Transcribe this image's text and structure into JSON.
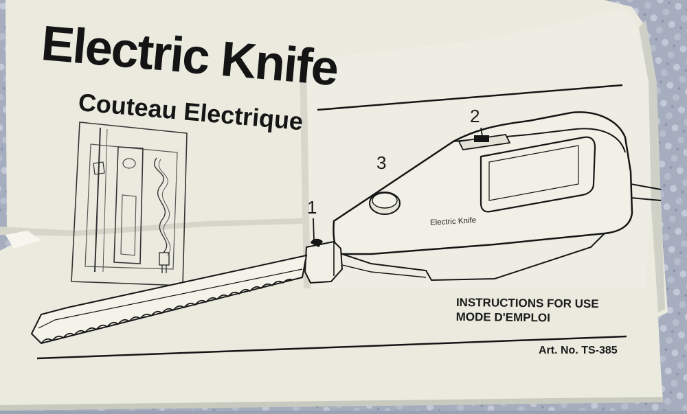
{
  "document": {
    "title": "Electric Knife",
    "subtitle": "Couteau Electrique",
    "instructions_line1": "INSTRUCTIONS FOR USE",
    "instructions_line2": "MODE D'EMPLOI",
    "article_number": "Art. No. TS-385"
  },
  "illustration": {
    "callouts": [
      "1",
      "2",
      "3"
    ],
    "knife_body_label": "Electric Knife"
  },
  "colors": {
    "paper": "#ecebe0",
    "ink": "#151515",
    "background": "#9aa3b6"
  }
}
